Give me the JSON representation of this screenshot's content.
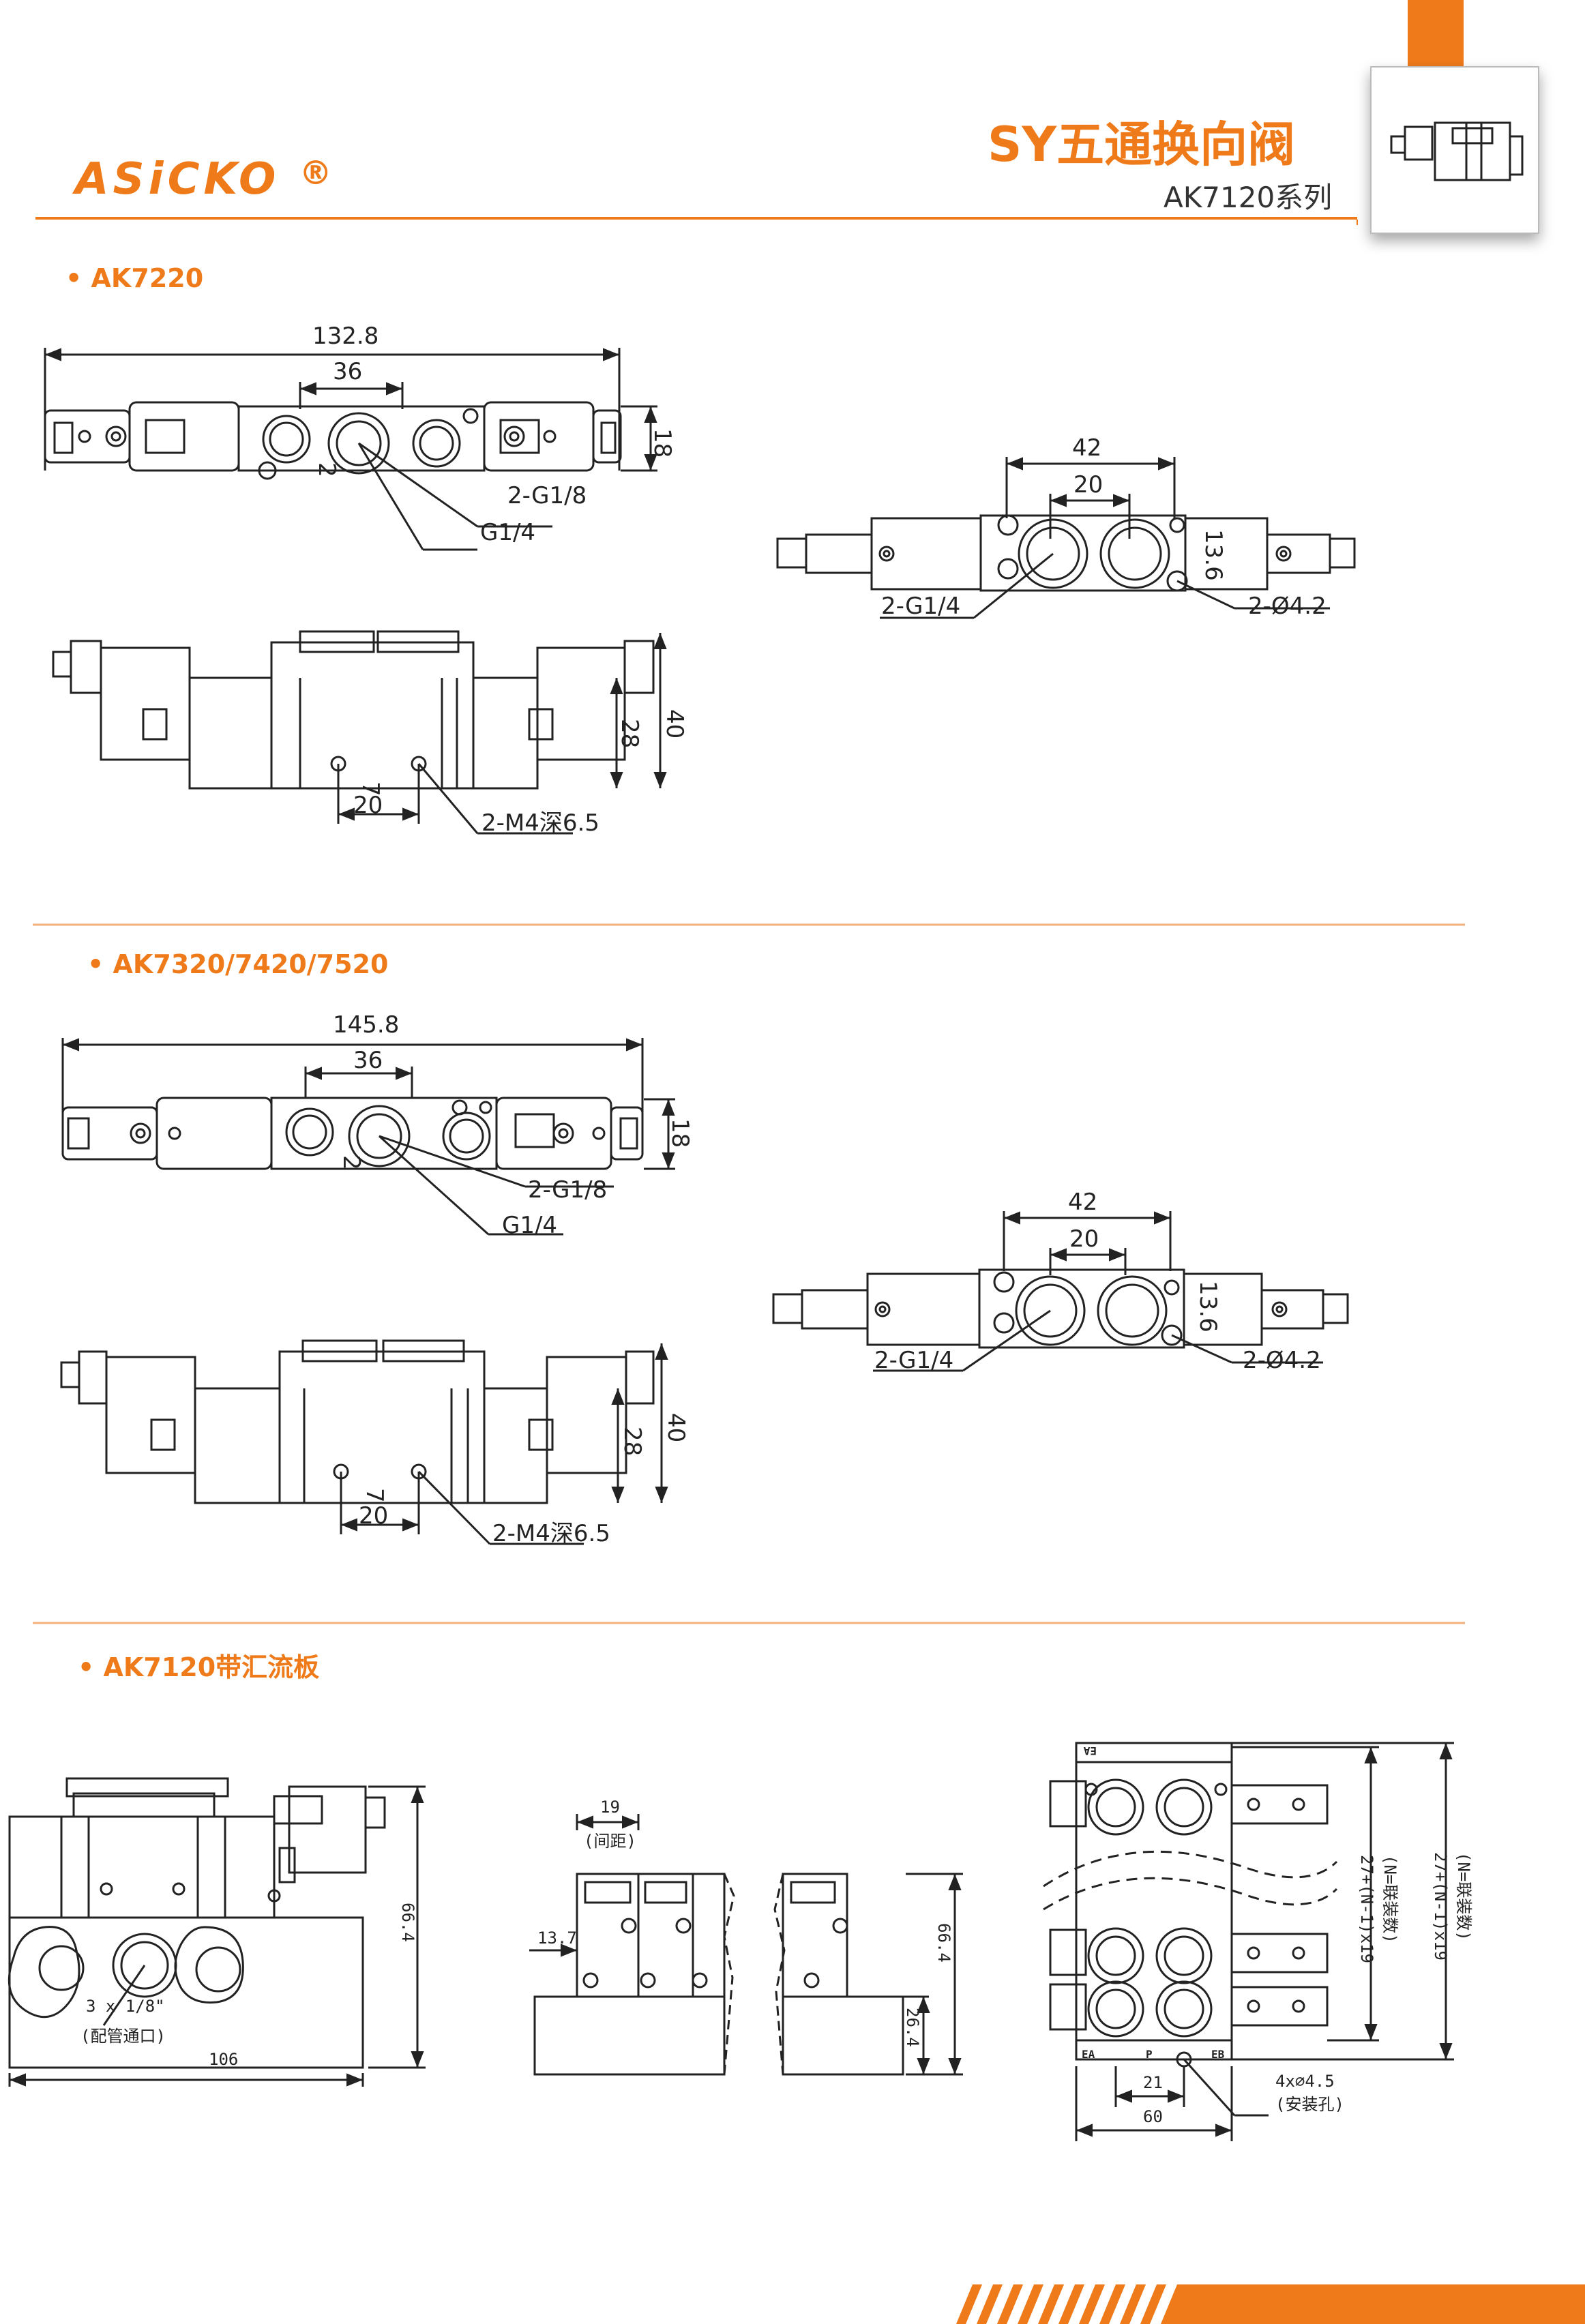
{
  "header": {
    "brand": "ASiCKO",
    "registered_mark": "®",
    "title": "SY五通换向阀",
    "subtitle": "AK7120系列",
    "accent_color": "#EF7A1A",
    "thumbnail_icon": "solenoid-valve-icon"
  },
  "sections": [
    {
      "heading": "• AK7220",
      "top_view": {
        "overall": "132.8",
        "pitch": "36",
        "height": "18",
        "offset": "2",
        "port_small": "2-G1/8",
        "port_main": "G1/4"
      },
      "right_view": {
        "width": "42",
        "pitch": "20",
        "offset": "13.6",
        "ports": "2-G1/4",
        "holes": "2-Ø4.2"
      },
      "side_view": {
        "height_total": "40",
        "height_body": "28",
        "hole_pitch": "20",
        "hole_offset": "7",
        "threads": "2-M4深6.5"
      }
    },
    {
      "heading": "• AK7320/7420/7520",
      "top_view": {
        "overall": "145.8",
        "pitch": "36",
        "height": "18",
        "offset": "2",
        "port_small": "2-G1/8",
        "port_main": "G1/4"
      },
      "right_view": {
        "width": "42",
        "pitch": "20",
        "offset": "13.6",
        "ports": "2-G1/4",
        "holes": "2-Ø4.2"
      },
      "side_view": {
        "height_total": "40",
        "height_body": "28",
        "hole_pitch": "20",
        "hole_offset": "7",
        "threads": "2-M4深6.5"
      }
    },
    {
      "heading": "• AK7120带汇流板",
      "manifold_front": {
        "height": "66.4",
        "width": "106",
        "ports_count": "3 x 1/8\"",
        "ports_label": "(配管通口)"
      },
      "manifold_side": {
        "pitch": "19",
        "pitch_label": "(间距)",
        "offset": "13.7",
        "height": "66.4",
        "base": "26.4"
      },
      "manifold_top": {
        "length1": "27+(N-1)x19",
        "length1_note": "(N=联装数)",
        "length2": "27+(N-1)x19",
        "length2_note": "(N=联装数)",
        "pitch": "21",
        "width": "60",
        "holes": "4x∅4.5",
        "holes_label": "(安装孔)",
        "port_ea": "EA",
        "port_p": "P",
        "port_eb": "EB",
        "port_top": "EA"
      }
    }
  ],
  "footer": {
    "stripe_color": "#EF7A1A"
  }
}
